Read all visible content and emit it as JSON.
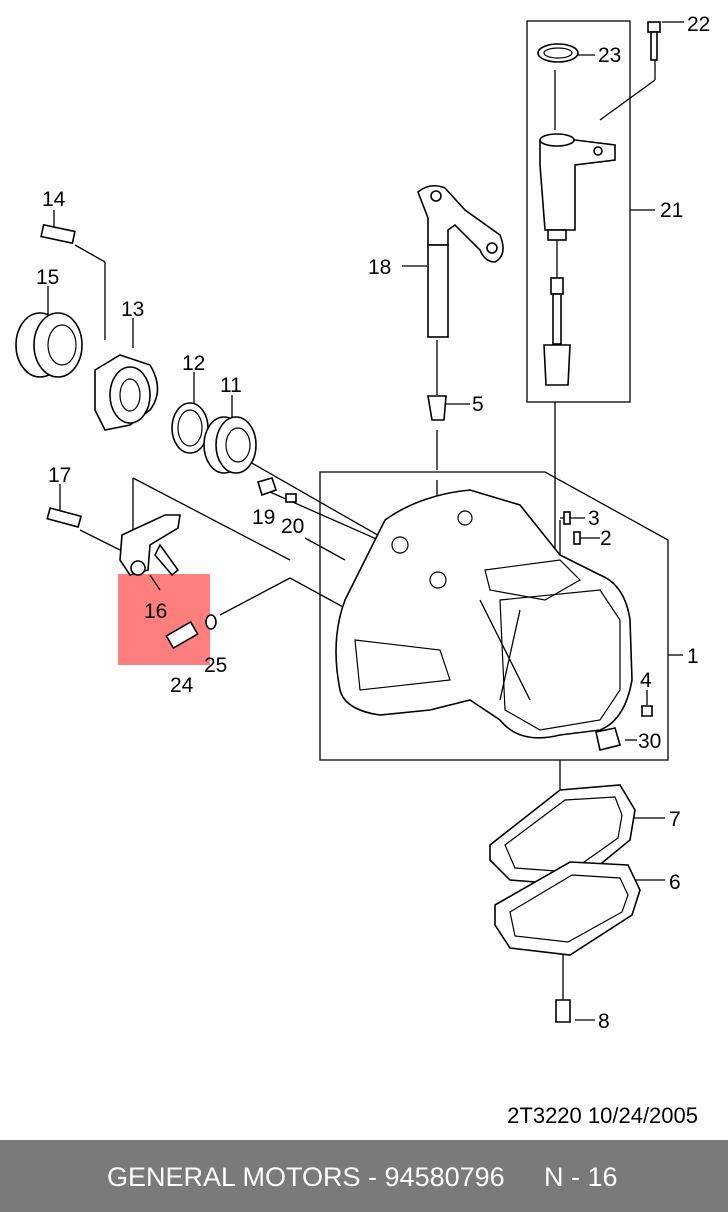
{
  "diagram": {
    "callouts": [
      "1",
      "2",
      "3",
      "4",
      "5",
      "6",
      "7",
      "8",
      "11",
      "12",
      "13",
      "14",
      "15",
      "16",
      "17",
      "18",
      "19",
      "20",
      "21",
      "22",
      "23",
      "24",
      "25",
      "30"
    ],
    "highlight_color": "#ff7f7f"
  },
  "document_ref": "2T3220  10/24/2005",
  "footer": {
    "left": "GENERAL MOTORS - 94580796",
    "right": "N - 16",
    "background": "#7a7a7a",
    "text_color": "#ffffff"
  }
}
